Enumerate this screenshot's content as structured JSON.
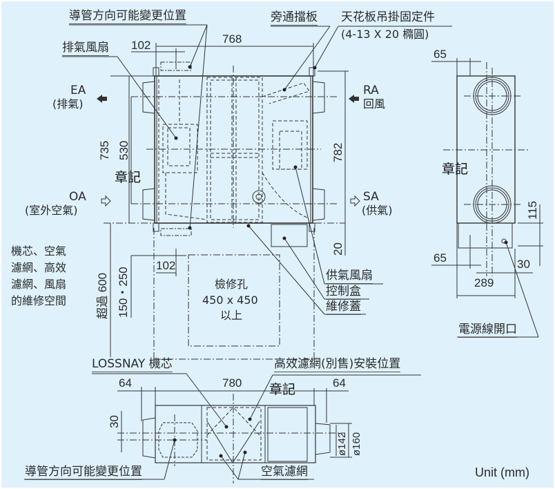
{
  "colors": {
    "background": "#dff1fb",
    "line": "#333333",
    "border": "#ffffff"
  },
  "labels": {
    "duct_direction_top": "導管方向可能變更位置",
    "exhaust_fan": "排氣風扇",
    "bypass_damper": "旁通擋板",
    "ceiling_bracket": "天花板吊掛固定件",
    "ceiling_bracket_spec": "(4-13 X 20 橢圓)",
    "ea": "EA",
    "ea_sub": "(排氣)",
    "oa": "OA",
    "oa_sub": "(室外空氣)",
    "ra": "RA",
    "ra_sub": "回風",
    "sa": "SA",
    "sa_sub": "(供氣)",
    "maintenance_space": "機芯、空氣\n濾網、高效\n濾網、風扇\n的維修空間",
    "inspection_hole_title": "檢修孔",
    "inspection_hole_size": "450 x 450",
    "inspection_hole_min": "以上",
    "supply_fan": "供氣風扇",
    "control_box": "控制盒",
    "maintenance_cover": "維修蓋",
    "power_inlet": "電源線開口",
    "lossnay_core": "LOSSNAY 機芯",
    "hepa_filter": "高效濾網(別售)安裝位置",
    "duct_direction_bottom": "導管方向可能變更位置",
    "air_filter": "空氣濾網",
    "unit": "Unit (mm)",
    "stamp": "章記"
  },
  "dimensions": {
    "top_width": "768",
    "top_offset": "102",
    "height_total": "735",
    "height_inner": "530",
    "height_right": "782",
    "bottom_gap": "20",
    "service_depth": "超過 600",
    "service_range": "150・250",
    "service_offset": "102",
    "side_top_offset": "65",
    "side_bottom_offset": "65",
    "side_width": "289",
    "side_30": "30",
    "side_115": "115",
    "bottom_left": "64",
    "bottom_width": "780",
    "bottom_right": "64",
    "bottom_30": "30",
    "duct_inner": "ø142",
    "duct_outer": "ø160"
  }
}
